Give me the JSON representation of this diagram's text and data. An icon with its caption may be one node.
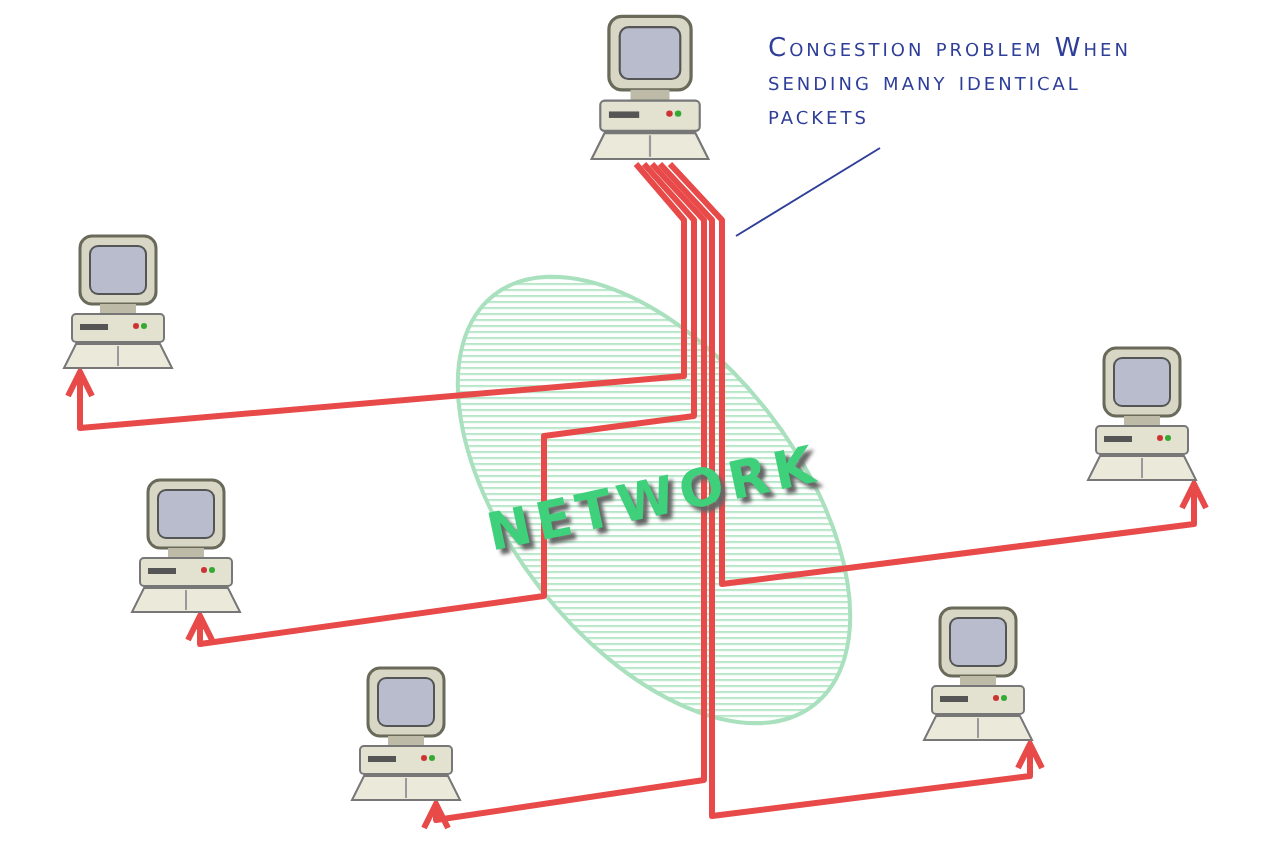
{
  "diagram": {
    "nodes": [
      {
        "text": [],
        "shape": "picture"
      },
      {
        "text": [],
        "shape": "picture"
      },
      {
        "text": [],
        "shape": "picture"
      },
      {
        "text": [],
        "shape": "picture"
      },
      {
        "text": [],
        "shape": "picture"
      },
      {
        "text": [],
        "shape": "picture"
      },
      {
        "text": [
          "Congestion problem When sending many identical packets"
        ]
      }
    ],
    "edges": [
      {
        "from": 0,
        "to": 1,
        "arrow": "to"
      },
      {
        "from": 0,
        "to": 2,
        "arrow": "to"
      },
      {
        "from": 0,
        "to": 3,
        "arrow": "to"
      },
      {
        "from": 0,
        "to": 4,
        "arrow": "to"
      },
      {
        "from": 0,
        "to": 5,
        "arrow": "to"
      },
      {
        "from": 6,
        "to": null,
        "arrow": "none",
        "color": "#2f3f99"
      }
    ],
    "labels": [
      "NETWORK"
    ]
  }
}
